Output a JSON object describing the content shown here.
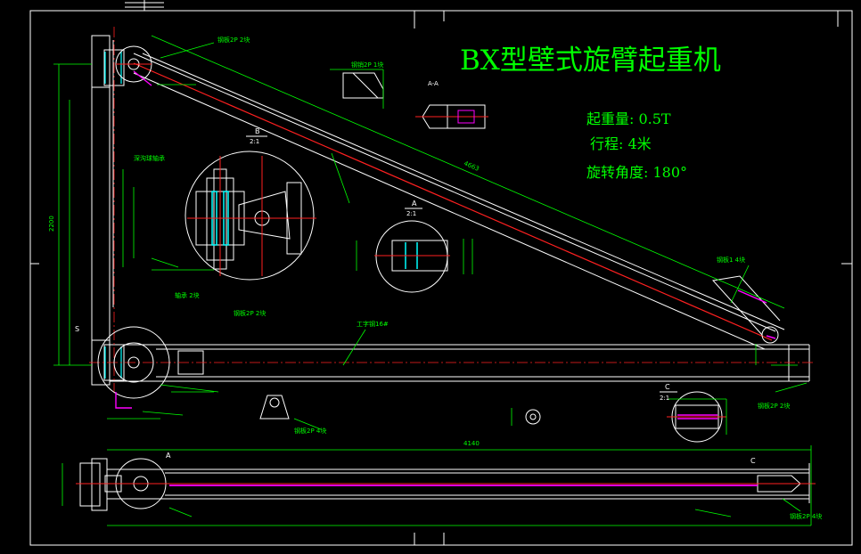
{
  "drawing": {
    "title": "BX型壁式旋臂起重机",
    "specs": [
      "起重量: 0.5T",
      "行程: 4米",
      "旋转角度: 180°"
    ]
  },
  "section_marks": {
    "b": "B",
    "b_scale": "2:1",
    "a": "A",
    "a_scale": "2:1",
    "c": "C",
    "c_scale": "2:1",
    "c_plan": "C",
    "a_plan": "A",
    "s_pivot": "S",
    "aa": "A-A"
  },
  "annotations": {
    "weld_2p4": "钢板2P 4块",
    "weld_2p2": "钢板2P 2块",
    "weld_1": "钢板1 4块",
    "channel": "工字钢16#",
    "pin_top": "钢销2P 1块",
    "bearing_a": "深沟球轴承",
    "bearing_b": "轴承 2块",
    "dim_main": "4140",
    "dim_height": "2200",
    "dim_diag": "4663"
  },
  "colors": {
    "frame": "#ffffff",
    "geometry": "#ffffff",
    "dimension": "#00ff00",
    "centerline": "#ff2020",
    "accent": "#ff00ff",
    "hidden": "#00ffff",
    "title": "#00ff00"
  }
}
